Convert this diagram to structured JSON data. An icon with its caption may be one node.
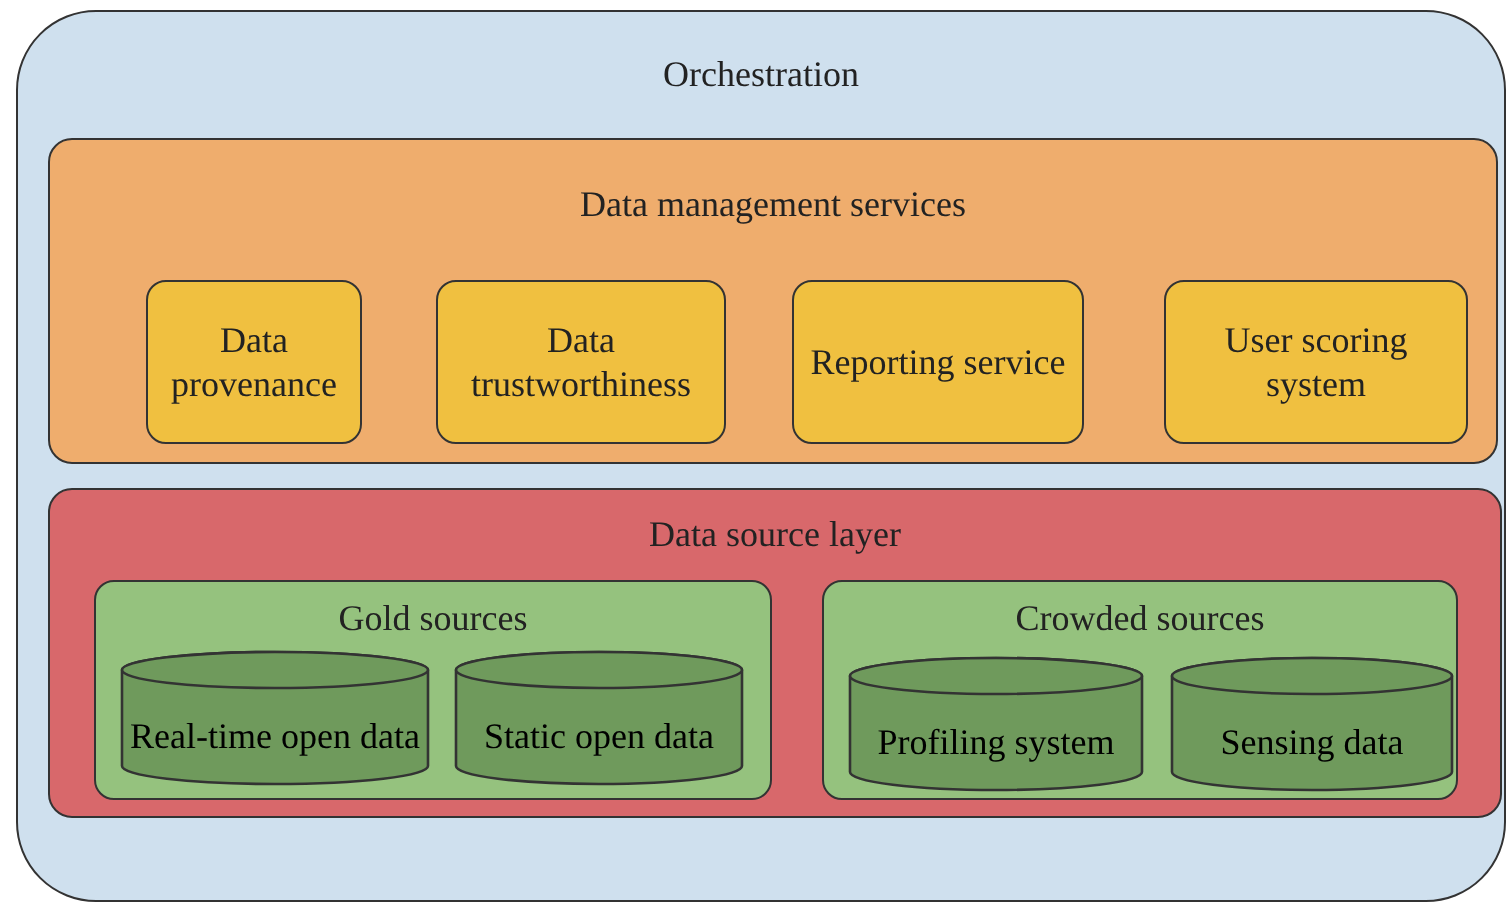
{
  "diagram": {
    "nodes": [
      {
        "text": [
          "Orchestration"
        ]
      },
      {
        "text": [
          "Data management services"
        ],
        "in": 0
      },
      {
        "text": [
          "Data provenance"
        ],
        "in": 1
      },
      {
        "text": [
          "Data trustworthiness"
        ],
        "in": 1
      },
      {
        "text": [
          "Reporting service"
        ],
        "in": 1
      },
      {
        "text": [
          "User scoring system"
        ],
        "in": 1
      },
      {
        "text": [
          "Data source layer"
        ],
        "in": 0
      },
      {
        "text": [
          "Gold sources"
        ],
        "in": 6
      },
      {
        "text": [
          "Real-time open data"
        ],
        "in": 7
      },
      {
        "text": [
          "Static open data"
        ],
        "in": 7
      },
      {
        "text": [
          "Crowded sources"
        ],
        "in": 6
      },
      {
        "text": [
          "Profiling system"
        ],
        "in": 10
      },
      {
        "text": [
          "Sensing data"
        ],
        "in": 10
      }
    ],
    "edges": []
  }
}
